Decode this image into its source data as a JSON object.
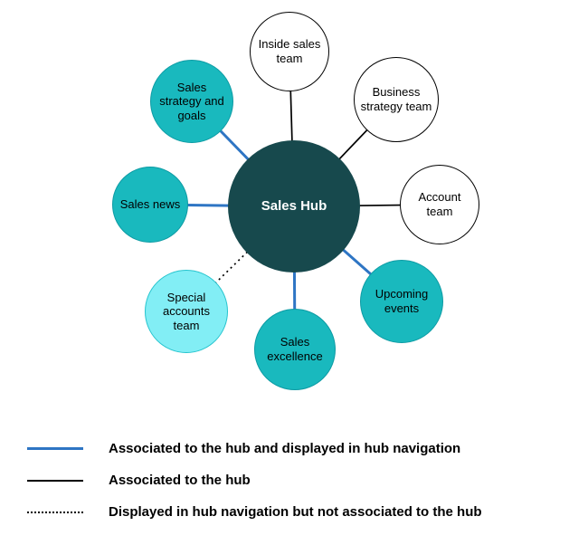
{
  "diagram": {
    "hub": {
      "label": "Sales Hub"
    },
    "nodes": [
      {
        "id": "inside-sales-team",
        "label": "Inside sales team",
        "fill": "white",
        "connection": "associated"
      },
      {
        "id": "business-strategy-team",
        "label": "Business strategy team",
        "fill": "white",
        "connection": "associated"
      },
      {
        "id": "account-team",
        "label": "Account team",
        "fill": "white",
        "connection": "associated"
      },
      {
        "id": "upcoming-events",
        "label": "Upcoming events",
        "fill": "teal",
        "connection": "associated-and-displayed"
      },
      {
        "id": "sales-excellence",
        "label": "Sales excellence",
        "fill": "teal",
        "connection": "associated-and-displayed"
      },
      {
        "id": "special-accounts-team",
        "label": "Special accounts team",
        "fill": "light-cyan",
        "connection": "displayed-only"
      },
      {
        "id": "sales-news",
        "label": "Sales news",
        "fill": "teal",
        "connection": "associated-and-displayed"
      },
      {
        "id": "sales-strategy-goals",
        "label": "Sales strategy and goals",
        "fill": "teal",
        "connection": "associated-and-displayed"
      }
    ]
  },
  "legend": {
    "items": [
      {
        "style": "blue-solid",
        "label": "Associated to the hub and displayed in hub navigation"
      },
      {
        "style": "black-solid",
        "label": "Associated to the hub"
      },
      {
        "style": "black-dotted",
        "label": "Displayed in hub navigation but not associated to the hub"
      }
    ]
  },
  "colors": {
    "hub": "#17494D",
    "teal": "#19B9BE",
    "light_cyan": "#82EEF5",
    "blue_line": "#2E75C4",
    "black_line": "#000000"
  }
}
